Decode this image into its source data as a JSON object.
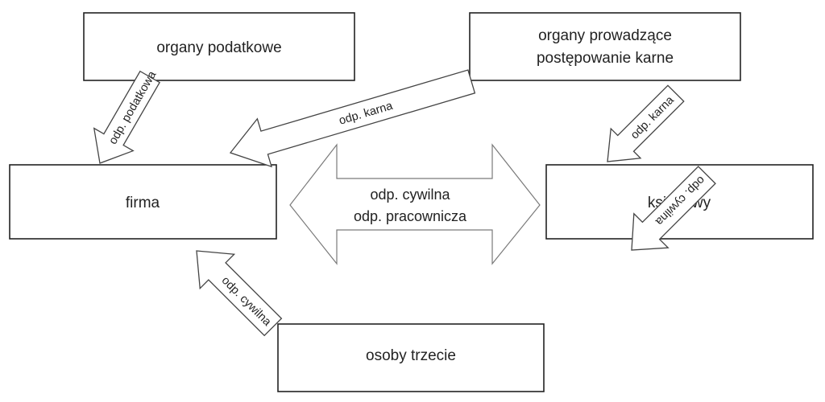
{
  "boxes": {
    "tax_authorities": "organy podatkowe",
    "criminal_authorities_line1": "organy prowadzące",
    "criminal_authorities_line2": "postępowanie karne",
    "company": "firma",
    "accountant": "księgowy",
    "third_parties": "osoby trzecie"
  },
  "arrows": {
    "tax_to_company": "odp. podatkowa",
    "criminal_to_company": "odp. karna",
    "criminal_to_accountant": "odp. karna",
    "third_to_company": "odp. cywilna",
    "third_to_accountant": "odp. cywilna",
    "company_accountant_line1": "odp. cywilna",
    "company_accountant_line2": "odp. pracownicza"
  },
  "colors": {
    "stroke": "#222222",
    "arrow_stroke": "#444444",
    "double_arrow_stroke": "#7a7a7a",
    "background": "#ffffff"
  }
}
